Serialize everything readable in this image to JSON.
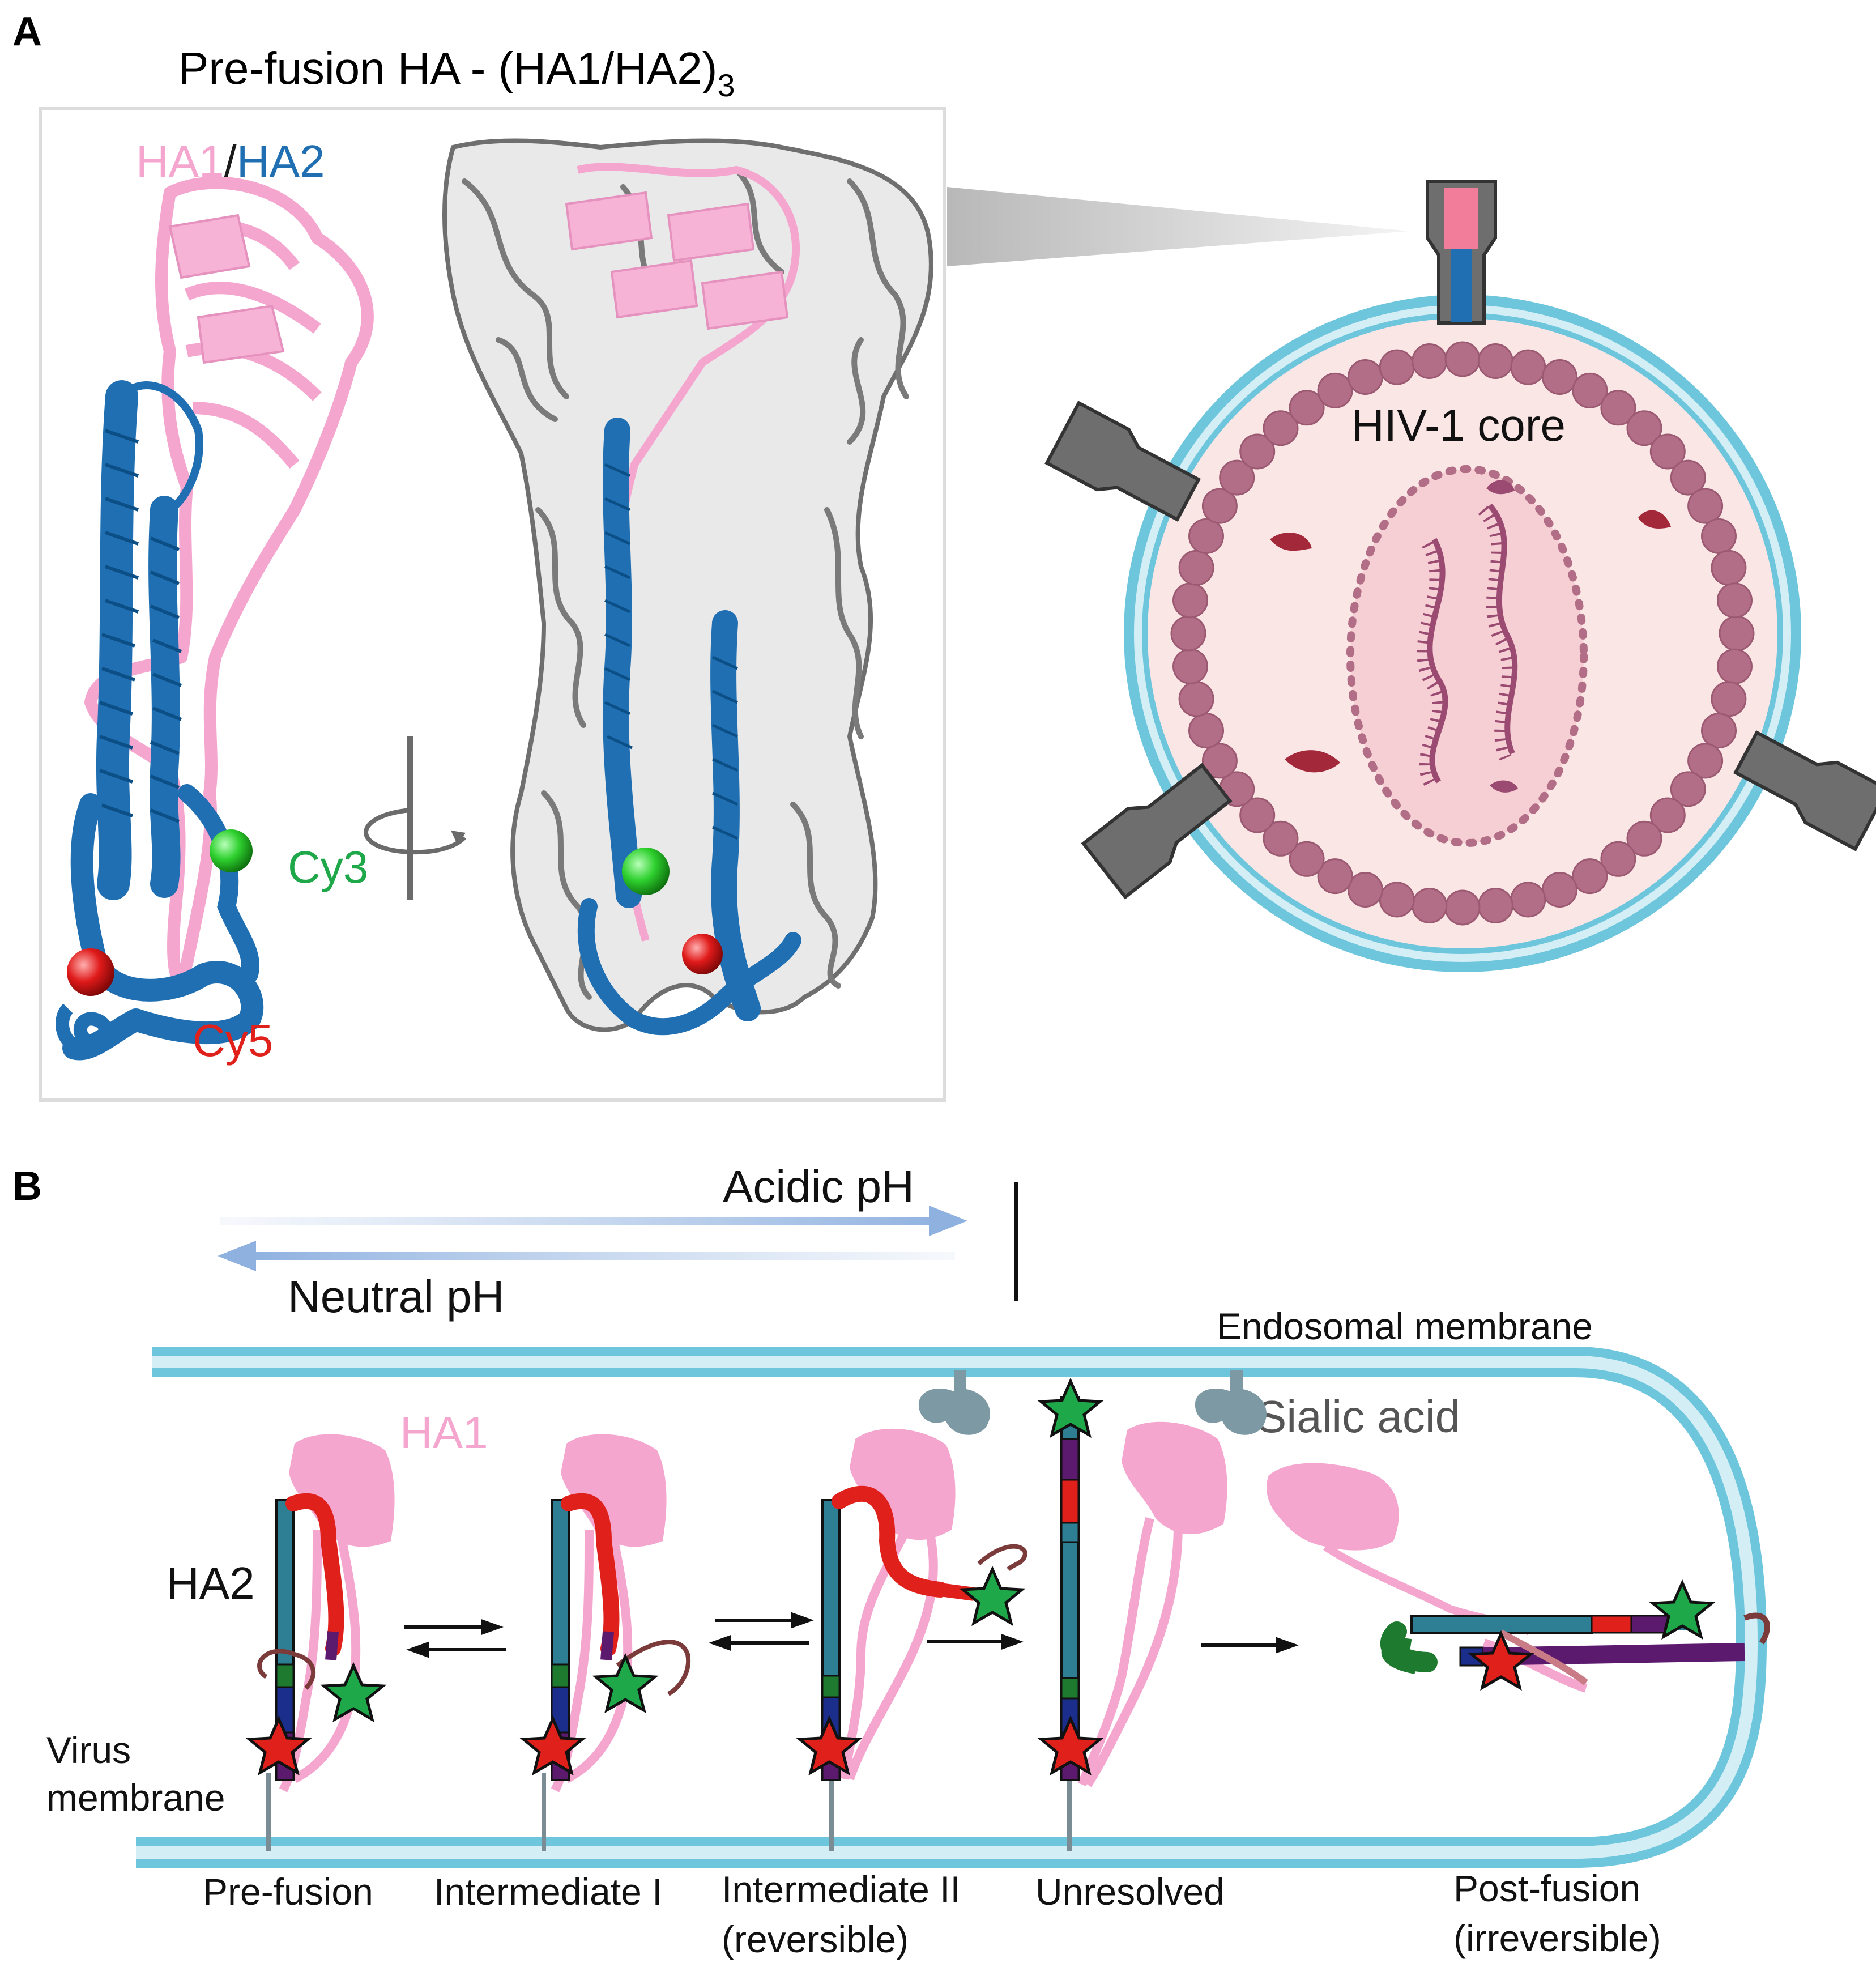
{
  "panel_a": {
    "letter": "A",
    "title_main": "Pre-fusion HA - (HA1/HA2)",
    "title_sub": "3",
    "legend_ha1": "HA1",
    "legend_slash": "/",
    "legend_ha2": "HA2",
    "cy3": "Cy3",
    "cy5": "Cy5",
    "core_label": "HIV-1 core"
  },
  "panel_b": {
    "letter": "B",
    "acidic": "Acidic pH",
    "neutral": "Neutral pH",
    "endosomal": "Endosomal membrane",
    "sialic": "Sialic acid",
    "ha1": "HA1",
    "ha2": "HA2",
    "virus_line1": "Virus",
    "virus_line2": "membrane",
    "states": [
      {
        "line1": "Pre-fusion",
        "line2": ""
      },
      {
        "line1": "Intermediate I",
        "line2": ""
      },
      {
        "line1": "Intermediate II",
        "line2": "(reversible)"
      },
      {
        "line1": "Unresolved",
        "line2": ""
      },
      {
        "line1": "Post-fusion",
        "line2": "(irreversible)"
      }
    ]
  },
  "colors": {
    "ha1_pink": "#f4a6cf",
    "ha2_blue": "#1f6fb2",
    "cy3_green": "#1fa84a",
    "cy5_red": "#e0201b",
    "membrane": "#6ec6dc",
    "core_bead": "#b26e86"
  }
}
